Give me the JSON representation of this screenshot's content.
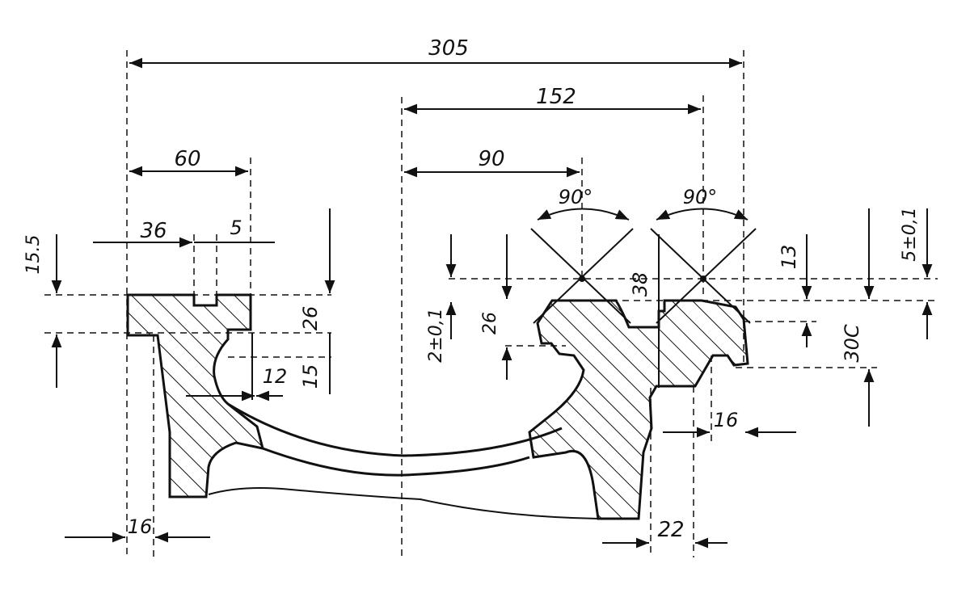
{
  "colors": {
    "ink": "#111111",
    "paper": "#ffffff"
  },
  "dimensions": {
    "d305": "305",
    "d152": "152",
    "d90": "90",
    "d60": "60",
    "d36": "36",
    "d5": "5",
    "d15l": "15.5",
    "d26l": "26",
    "d12": "12",
    "d15": "15",
    "d16l": "16",
    "a90l": "90°",
    "a90r": "90°",
    "d2": "2±0,1",
    "d26c": "26",
    "d38": "38",
    "d13": "13",
    "d5r": "5±0,1",
    "d30": "30C",
    "d16r": "16",
    "d22": "22"
  }
}
